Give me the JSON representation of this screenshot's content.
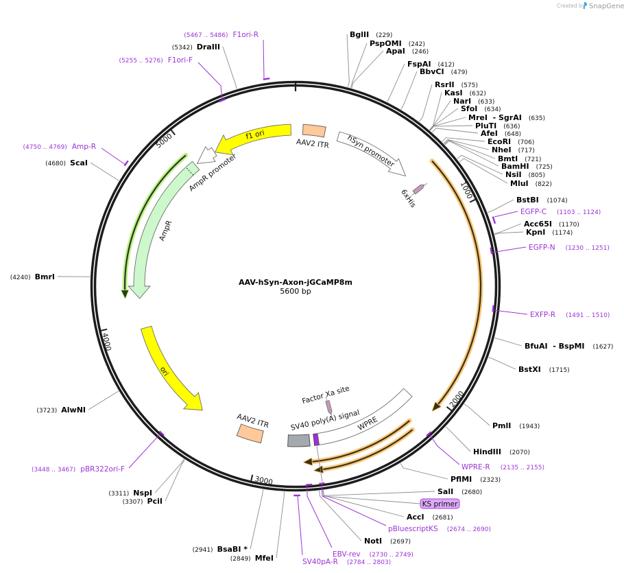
{
  "watermark": {
    "prefix": "Created by",
    "brand": "SnapGene"
  },
  "plasmid": {
    "name": "AAV-hSyn-Axon-jGCaMP8m",
    "length": "5600 bp",
    "total_bp": 5600
  },
  "ticks": [
    "1000",
    "2000",
    "3000",
    "4000",
    "5000"
  ],
  "features": {
    "aav2_itr_top": "AAV2 ITR",
    "hsyn_promoter": "hSyn promoter",
    "his_tag": "6xHis",
    "f1_ori": "f1 ori",
    "ampr_promoter": "AmpR promoter",
    "ampr": "AmpR",
    "ori": "ori",
    "aav2_itr_bottom": "AAV2 ITR",
    "sv40_polya": "SV40 poly(A) signal",
    "wpre": "WPRE",
    "factor_xa": "Factor Xa site"
  },
  "enzymes": [
    {
      "name": "BglII",
      "location": "(229)"
    },
    {
      "name": "PspOMI",
      "location": "(242)"
    },
    {
      "name": "ApaI",
      "location": "(246)"
    },
    {
      "name": "FspAI",
      "location": "(412)"
    },
    {
      "name": "BbvCI",
      "location": "(479)"
    },
    {
      "name": "RsrII",
      "location": "(575)"
    },
    {
      "name": "KasI",
      "location": "(632)"
    },
    {
      "name": "NarI",
      "location": "(633)"
    },
    {
      "name": "SfoI",
      "location": "(634)"
    },
    {
      "name": "MreI  - SgrAI",
      "location": "(635)"
    },
    {
      "name": "PluTI",
      "location": "(636)"
    },
    {
      "name": "AfeI",
      "location": "(648)"
    },
    {
      "name": "EcoRI",
      "location": "(706)"
    },
    {
      "name": "NheI",
      "location": "(717)"
    },
    {
      "name": "BmtI",
      "location": "(721)"
    },
    {
      "name": "BamHI",
      "location": "(725)"
    },
    {
      "name": "NsiI",
      "location": "(805)"
    },
    {
      "name": "MluI",
      "location": "(822)"
    },
    {
      "name": "BstBI",
      "location": "(1074)"
    },
    {
      "name": "Acc65I",
      "location": "(1170)"
    },
    {
      "name": "KpnI",
      "location": "(1174)"
    },
    {
      "name": "BfuAI  - BspMI",
      "location": "(1627)"
    },
    {
      "name": "BstXI",
      "location": "(1715)"
    },
    {
      "name": "PmlI",
      "location": "(1943)"
    },
    {
      "name": "HindIII",
      "location": "(2070)"
    },
    {
      "name": "PflMI",
      "location": "(2323)"
    },
    {
      "name": "SalI",
      "location": "(2680)"
    },
    {
      "name": "AccI",
      "location": "(2681)"
    },
    {
      "name": "NotI",
      "location": "(2697)"
    },
    {
      "name": "MfeI",
      "location": "(2849)"
    },
    {
      "name": "BsaBI *",
      "location": "(2941)"
    },
    {
      "name": "PciI",
      "location": "(3307)"
    },
    {
      "name": "NspI",
      "location": "(3311)"
    },
    {
      "name": "AlwNI",
      "location": "(3723)"
    },
    {
      "name": "BmrI",
      "location": "(4240)"
    },
    {
      "name": "ScaI",
      "location": "(4680)"
    },
    {
      "name": "DraIII",
      "location": "(5342)"
    }
  ],
  "primers": [
    {
      "name": "EGFP-C",
      "location": "(1103 .. 1124)"
    },
    {
      "name": "EGFP-N",
      "location": "(1230 .. 1251)"
    },
    {
      "name": "EXFP-R",
      "location": "(1491 .. 1510)"
    },
    {
      "name": "WPRE-R",
      "location": "(2135 .. 2155)"
    },
    {
      "name": "pBluescriptKS",
      "location": "(2674 .. 2690)"
    },
    {
      "name": "EBV-rev",
      "location": "(2730 .. 2749)"
    },
    {
      "name": "SV40pA-R",
      "location": "(2784 .. 2803)"
    },
    {
      "name": "pBR322ori-F",
      "location": "(3448 .. 3467)"
    },
    {
      "name": "Amp-R",
      "location": "(4750 .. 4769)"
    },
    {
      "name": "F1ori-F",
      "location": "(5255 .. 5276)"
    },
    {
      "name": "F1ori-R",
      "location": "(5467 .. 5486)"
    }
  ],
  "primer_box": {
    "name": "KS primer"
  },
  "colors": {
    "primer": "#9a33d6",
    "origin": "#ffff00",
    "itr": "#ffc999",
    "ampr": "#ccf8cc",
    "orf_halo": "#f9c46a",
    "orf_green_halo": "#b4ee78",
    "polya": "#a4a9b0",
    "tag": "#c69ab6",
    "primer_box_fill": "#dcaaf7"
  }
}
